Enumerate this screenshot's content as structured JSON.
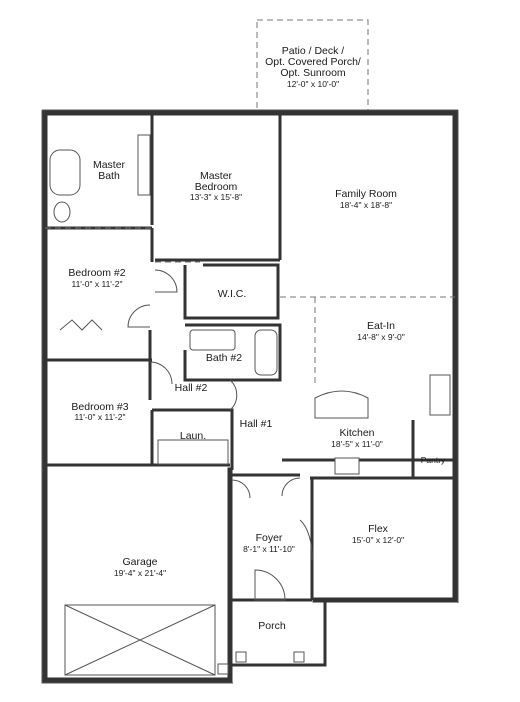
{
  "rooms": {
    "patio": {
      "lines": [
        "Patio / Deck /",
        "Opt. Covered Porch/",
        "Opt. Sunroom"
      ],
      "dim": "12'-0\" x 10'-0\""
    },
    "master_bath": {
      "lines": [
        "Master",
        "Bath"
      ],
      "dim": ""
    },
    "master_bedroom": {
      "lines": [
        "Master",
        "Bedroom"
      ],
      "dim": "13'-3\" x 15'-8\""
    },
    "family_room": {
      "lines": [
        "Family Room"
      ],
      "dim": "18'-4\" x 18'-8\""
    },
    "bedroom2": {
      "lines": [
        "Bedroom #2"
      ],
      "dim": "11'-0\" x 11'-2\""
    },
    "wic": {
      "lines": [
        "W.I.C."
      ],
      "dim": ""
    },
    "eat_in": {
      "lines": [
        "Eat-In"
      ],
      "dim": "14'-8\" x 9'-0\""
    },
    "bath2": {
      "lines": [
        "Bath #2"
      ],
      "dim": ""
    },
    "hall2": {
      "lines": [
        "Hall #2"
      ],
      "dim": ""
    },
    "bedroom3": {
      "lines": [
        "Bedroom #3"
      ],
      "dim": "11'-0\" x 11'-2\""
    },
    "hall1": {
      "lines": [
        "Hall #1"
      ],
      "dim": ""
    },
    "kitchen": {
      "lines": [
        "Kitchen"
      ],
      "dim": "18'-5\" x 11'-0\""
    },
    "laundry": {
      "lines": [
        "Laun."
      ],
      "dim": ""
    },
    "pantry": {
      "lines": [
        "Pantry"
      ],
      "dim": ""
    },
    "foyer": {
      "lines": [
        "Foyer"
      ],
      "dim": "8'-1\" x 11'-10\""
    },
    "flex": {
      "lines": [
        "Flex"
      ],
      "dim": "15'-0\" x 12'-0\""
    },
    "garage": {
      "lines": [
        "Garage"
      ],
      "dim": "19'-4\" x 21'-4\""
    },
    "porch": {
      "lines": [
        "Porch"
      ],
      "dim": ""
    }
  }
}
